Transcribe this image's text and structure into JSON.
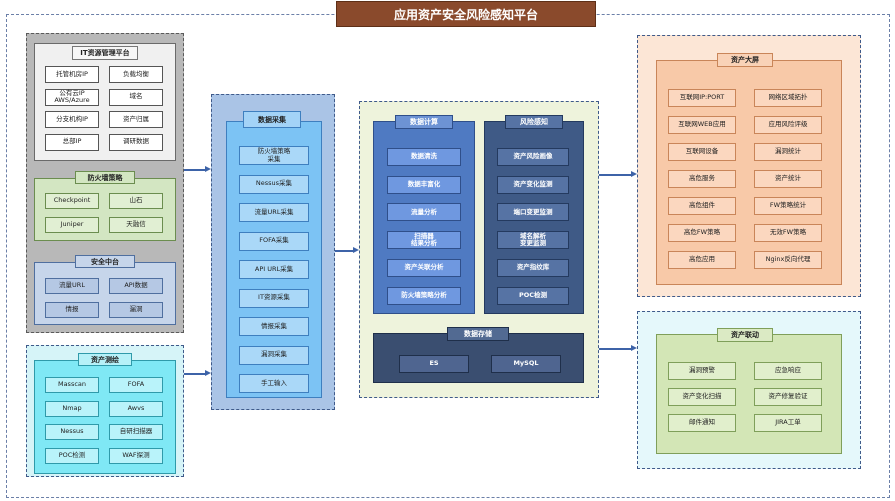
{
  "title": "应用资产安全风险感知平台",
  "it_platform": {
    "title": "IT资源管理平台",
    "items": [
      "托管机房IP",
      "负载均衡",
      "公有云IP\nAWS/Azure",
      "域名",
      "分支机构IP",
      "资产归属",
      "总部IP",
      "调研数据"
    ]
  },
  "firewall": {
    "title": "防火墙策略",
    "items": [
      "Checkpoint",
      "山石",
      "Juniper",
      "天融信"
    ]
  },
  "security_center": {
    "title": "安全中台",
    "items": [
      "流量URL",
      "API数据",
      "情报",
      "漏洞"
    ]
  },
  "asset_probe": {
    "title": "资产测绘",
    "items": [
      "Masscan",
      "FOFA",
      "Nmap",
      "Awvs",
      "Nessus",
      "自研扫描器",
      "POC检测",
      "WAF探测"
    ]
  },
  "collection": {
    "title": "数据采集",
    "items": [
      "防火墙策略\n采集",
      "Nessus采集",
      "流量URL采集",
      "FOFA采集",
      "API URL采集",
      "IT资源采集",
      "情报采集",
      "漏洞采集",
      "手工输入"
    ]
  },
  "compute": {
    "title": "数据计算",
    "items": [
      "数据清洗",
      "数据丰富化",
      "流量分析",
      "扫描器\n结果分析",
      "资产关联分析",
      "防火墙策略分析"
    ]
  },
  "risk": {
    "title": "风险感知",
    "items": [
      "资产风险画像",
      "资产变化监测",
      "端口变更监测",
      "域名解析\n变更监测",
      "资产指纹库",
      "POC检测"
    ]
  },
  "storage": {
    "title": "数据存储",
    "items": [
      "ES",
      "MySQL"
    ]
  },
  "dashboard": {
    "title": "资产大屏",
    "items": [
      "互联网IP:PORT",
      "网络区域拓扑",
      "互联网WEB应用",
      "应用风险评级",
      "互联网设备",
      "漏洞统计",
      "高危服务",
      "资产统计",
      "高危组件",
      "FW策略统计",
      "高危FW策略",
      "无效FW策略",
      "高危应用",
      "Nginx反向代理"
    ]
  },
  "linkage": {
    "title": "资产联动",
    "items": [
      "漏洞预警",
      "应急响应",
      "资产变化扫描",
      "资产修复验证",
      "邮件通知",
      "JIRA工单"
    ]
  },
  "colors": {
    "gray_bg": "#b8b8b8",
    "green_bg": "#d3e6c2",
    "blue_bg": "#c6d5ea",
    "cyan_bg": "#d6f4f8",
    "collect_bg": "#aac4e6",
    "center_bg": "#eef3dc",
    "orange_bg": "#fce6d6",
    "linkage_bg": "#e5f8fb",
    "accent_blue": "#4f7ac2",
    "dark_navy": "#3a4e70",
    "brown_title": "#8a4a2c"
  }
}
